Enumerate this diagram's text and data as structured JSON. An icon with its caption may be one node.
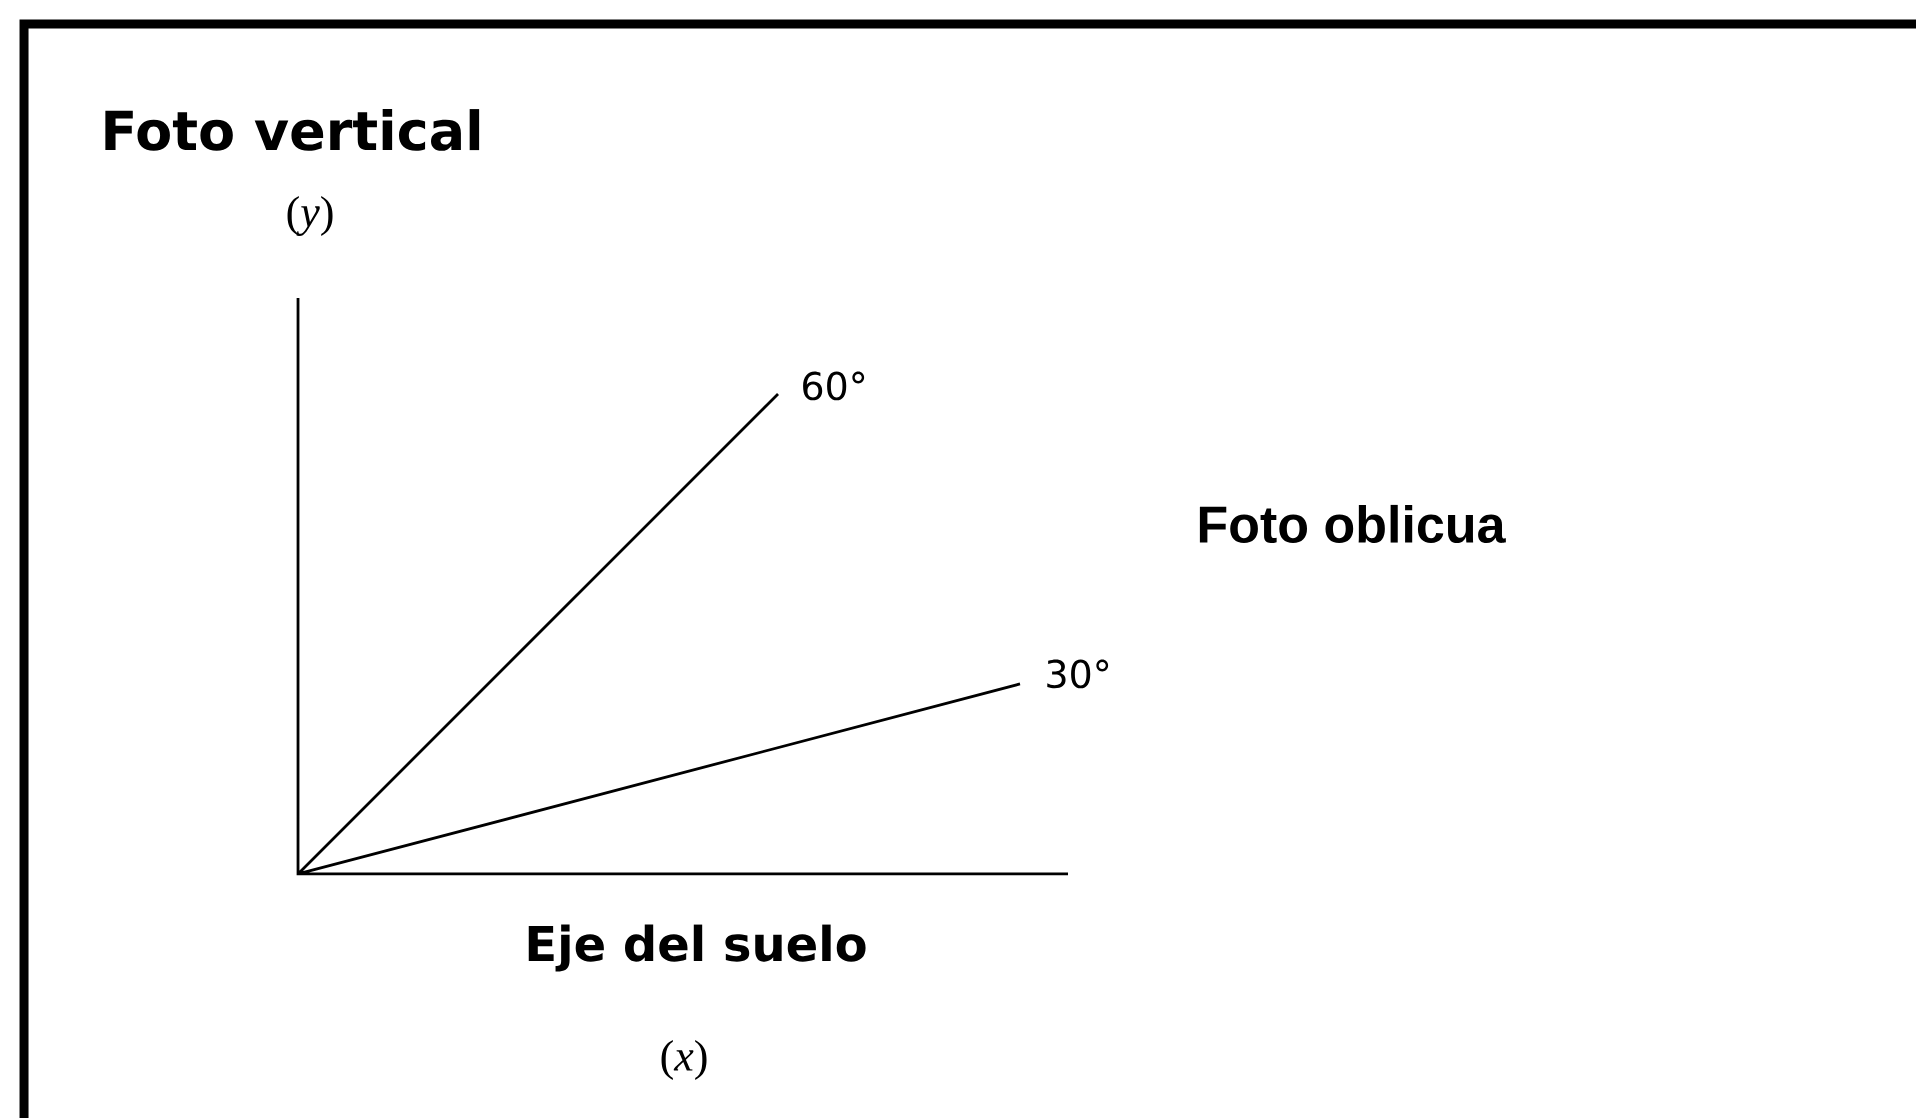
{
  "diagram": {
    "labels": [
      "Foto vertical",
      "(*y*)",
      "60°",
      "Foto oblicua",
      "30°",
      "Eje del suelo",
      "(*x*)"
    ]
  }
}
